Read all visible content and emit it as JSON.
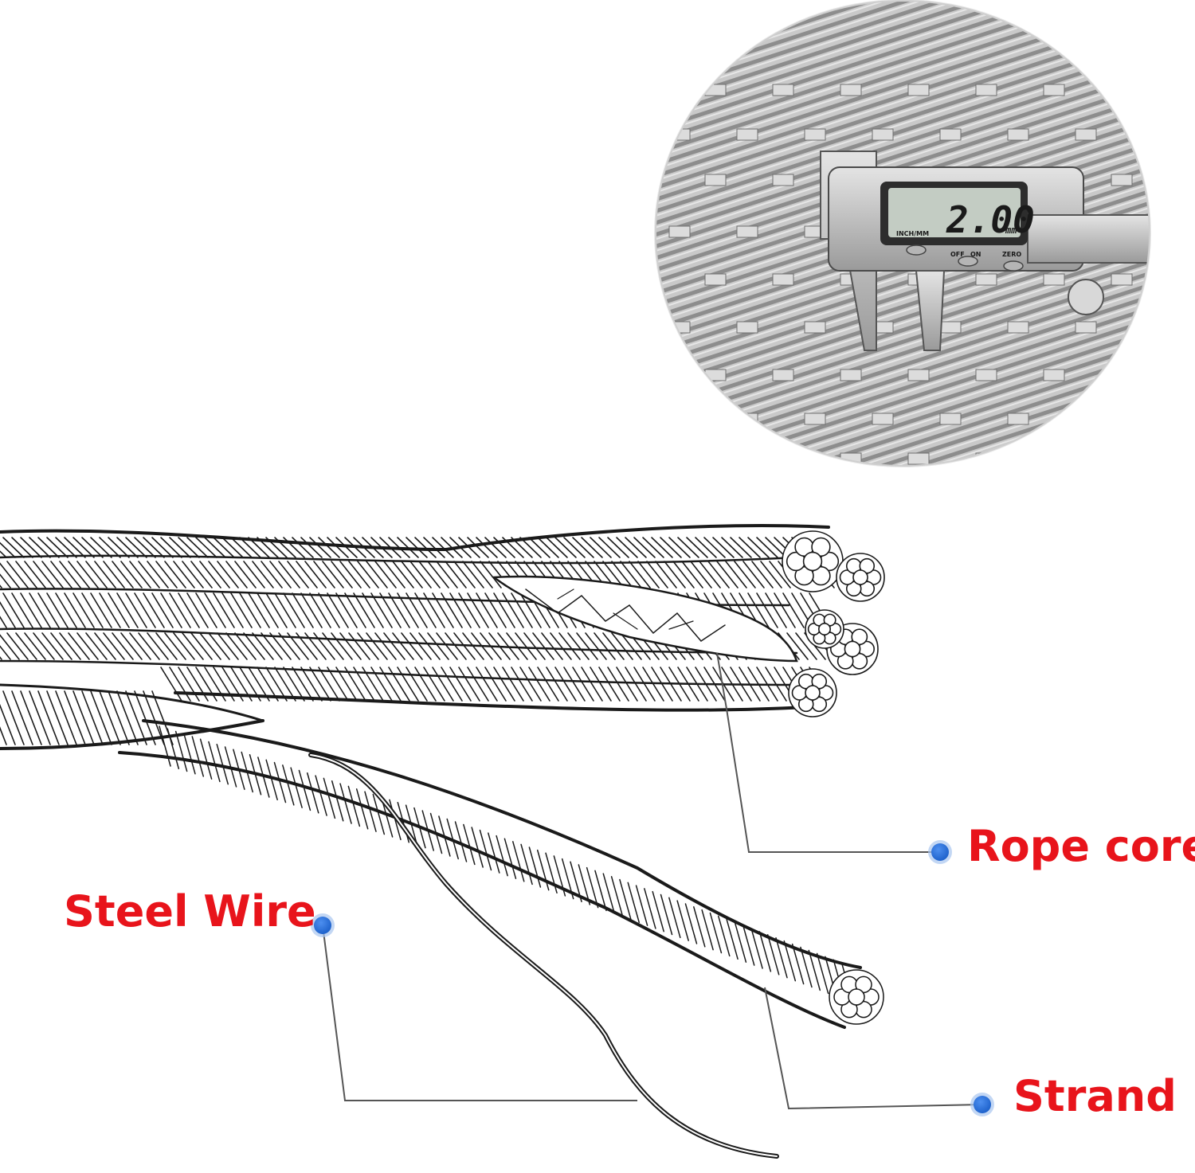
{
  "labels": {
    "rope_core": "Rope core",
    "steel_wire": "Steel Wire",
    "strand": "Strand"
  },
  "inset": {
    "caliper_reading": "2.00",
    "caliper_unit": "mm",
    "caliper_buttons": [
      "INCH/MM",
      "OFF",
      "ON",
      "ZERO"
    ]
  },
  "colors": {
    "label_text": "#e8141b",
    "callout_dot": "#1b5fc9",
    "leader_line": "#555555",
    "ink": "#1a1a1a",
    "background": "#ffffff"
  },
  "icons": {
    "callout_marker": "blue-dot-icon"
  }
}
